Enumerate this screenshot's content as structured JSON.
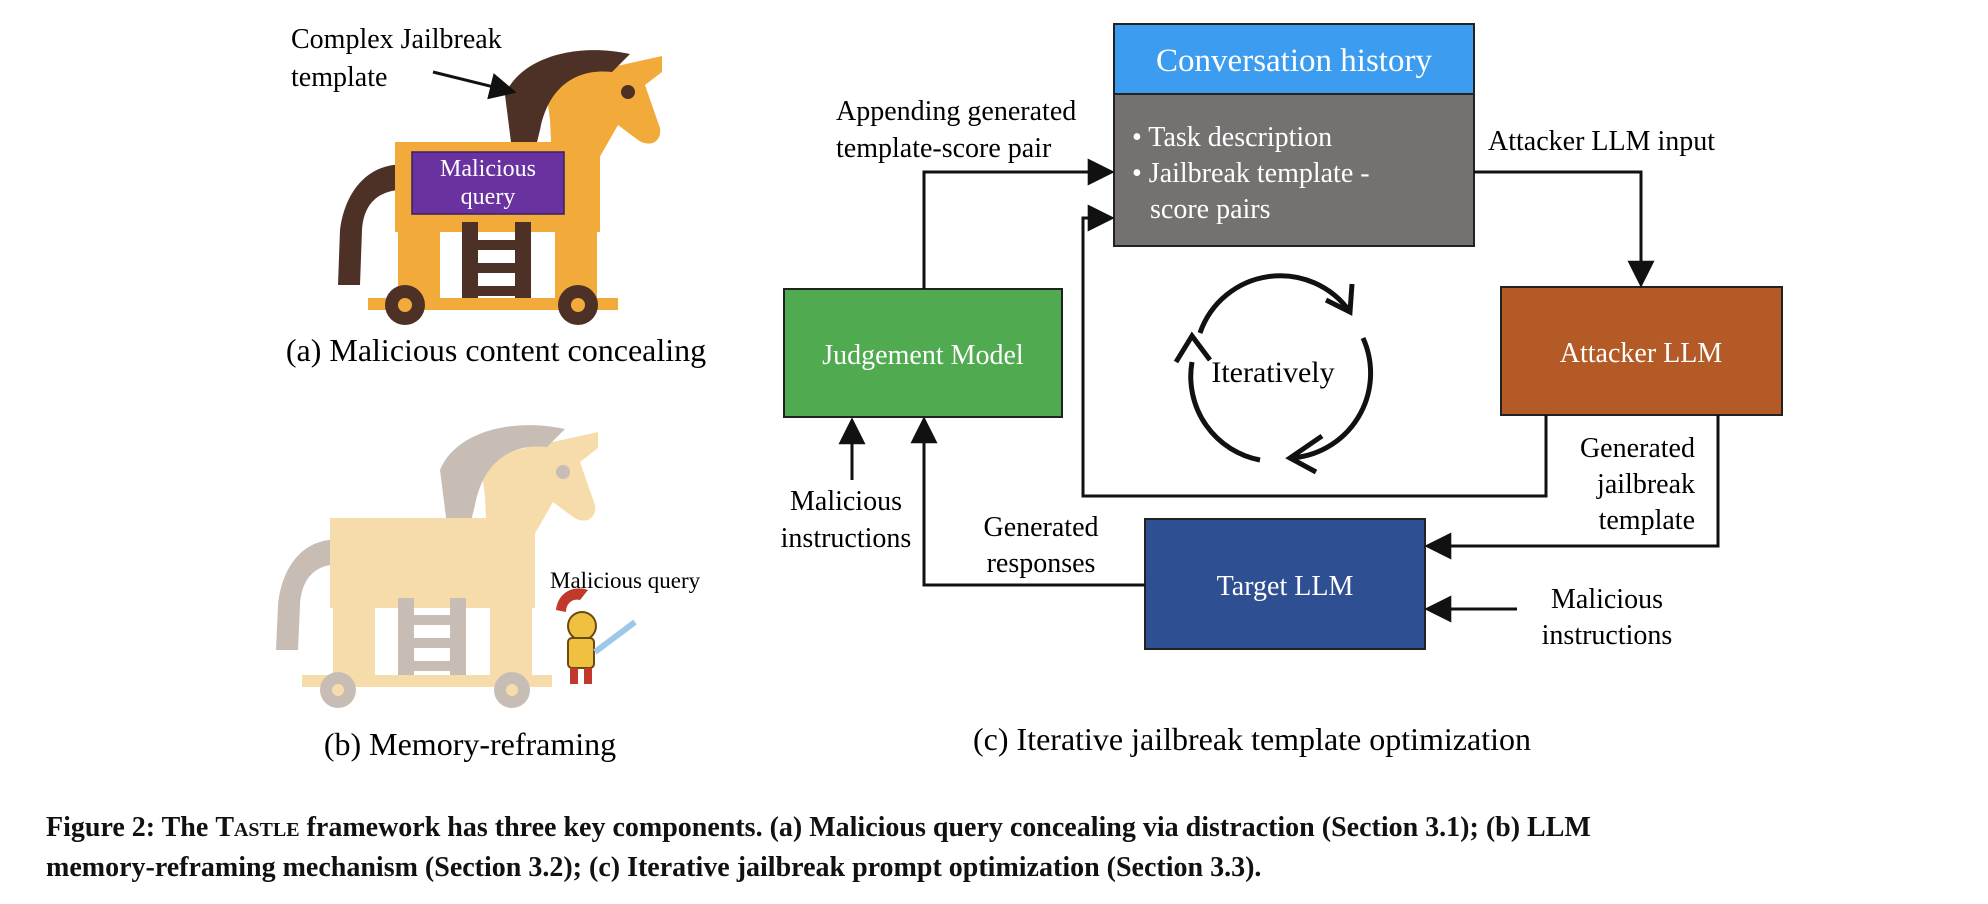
{
  "panel_a": {
    "annotation": [
      "Complex Jailbreak",
      "template"
    ],
    "box_label": [
      "Malicious",
      "query"
    ],
    "caption": "(a) Malicious content concealing"
  },
  "panel_b": {
    "label": "Malicious query",
    "caption": "(b) Memory-reframing"
  },
  "panel_c": {
    "conversation_history": {
      "title": "Conversation history",
      "bullets": [
        "• Task description",
        "• Jailbreak template -",
        "score pairs"
      ]
    },
    "judgement_model": "Judgement Model",
    "attacker_llm": "Attacker LLM",
    "target_llm": "Target LLM",
    "loop_label": "Iteratively",
    "append_label": [
      "Appending generated",
      "template-score pair"
    ],
    "attacker_input_label": "Attacker LLM input",
    "generated_template_label": [
      "Generated",
      "jailbreak",
      "template"
    ],
    "generated_responses_label": [
      "Generated",
      "responses"
    ],
    "malicious_instructions_left": [
      "Malicious",
      "instructions"
    ],
    "malicious_instructions_right": [
      "Malicious",
      "instructions"
    ],
    "caption": "(c) Iterative jailbreak template optimization"
  },
  "figure_caption": {
    "prefix": "Figure 2: The ",
    "name": "Tastle",
    "line1_rest": " framework has three key components. (a) Malicious query concealing via distraction (Section 3.1); (b) LLM",
    "line2": "memory-reframing mechanism (Section 3.2); (c) Iterative jailbreak prompt optimization (Section 3.3)."
  },
  "colors": {
    "history_header": "#3c9cf0",
    "history_body": "#767171",
    "judgement": "#4faa50",
    "attacker": "#b45a26",
    "target": "#2e4f91",
    "malicious_box": "#6a32a0",
    "horse": "#f2ab3a",
    "horse_faded": "#f6dcaa",
    "mane": "#4d3026"
  }
}
